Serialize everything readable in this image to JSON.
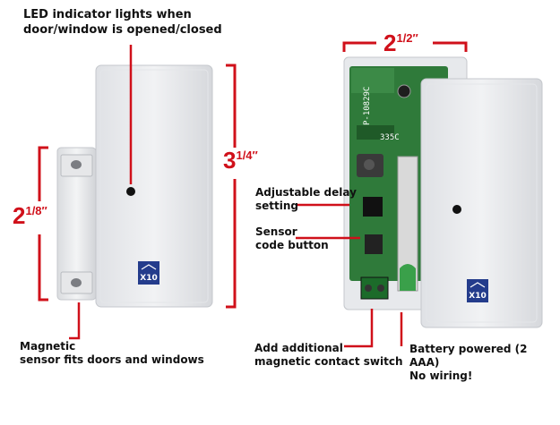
{
  "labels": {
    "led": "LED indicator lights when door/window is opened/closed",
    "led_line1": "LED indicator lights when",
    "led_line2": "door/window is opened/closed",
    "magnetic_line1": "Magnetic",
    "magnetic_line2": "sensor fits doors and windows",
    "delay_line1": "Adjustable delay",
    "delay_line2": "setting",
    "code_line1": "Sensor",
    "code_line2": "code button",
    "contact_line1": "Add additional",
    "contact_line2": "magnetic contact switch",
    "battery_line1": "Battery powered (2 AAA)",
    "battery_line2": "No wiring!"
  },
  "dimensions": {
    "width_big": "2",
    "width_frac": "1/2″",
    "height_big": "3",
    "height_frac": "1/4″",
    "magnet_big": "2",
    "magnet_frac": "1/8″"
  },
  "pcb_text": {
    "part_no": "P-10829C",
    "code": "335C"
  },
  "logo": "X10",
  "colors": {
    "accent_red": "#d0101a",
    "housing": "#e9ebee",
    "pcb": "#2f7a3a",
    "logo_blue": "#243c8c"
  }
}
